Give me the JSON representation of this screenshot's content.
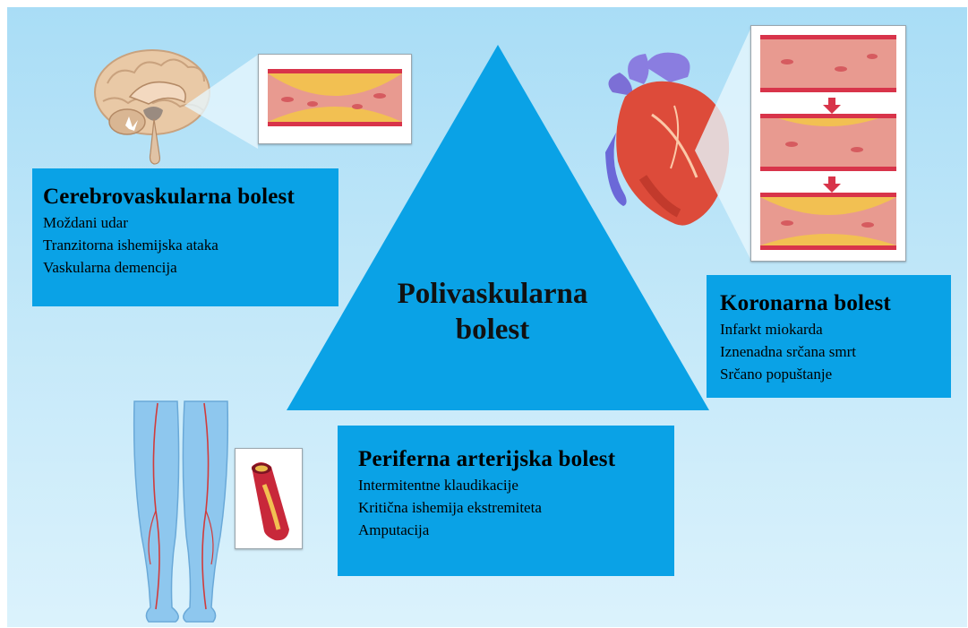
{
  "center": {
    "title": "Polivaskularna bolest"
  },
  "cerebrovascular": {
    "title": "Cerebrovaskularna bolest",
    "items": [
      "Moždani udar",
      "Tranzitorna ishemijska ataka",
      "Vaskularna demencija"
    ]
  },
  "coronary": {
    "title": "Koronarna bolest",
    "items": [
      "Infarkt miokarda",
      "Iznenadna srčana smrt",
      "Srčano popuštanje"
    ]
  },
  "peripheral": {
    "title": "Periferna arterijska bolest",
    "items": [
      "Intermitentne klaudikacije",
      "Kritična ishemija ekstremiteta",
      "Amputacija"
    ]
  },
  "colors": {
    "box": "#0aa2e6",
    "triangle": "#0aa2e6",
    "background": "#bfe7f8"
  },
  "icons": [
    "brain-icon",
    "heart-icon",
    "legs-icon",
    "artery-plaque-icon"
  ]
}
